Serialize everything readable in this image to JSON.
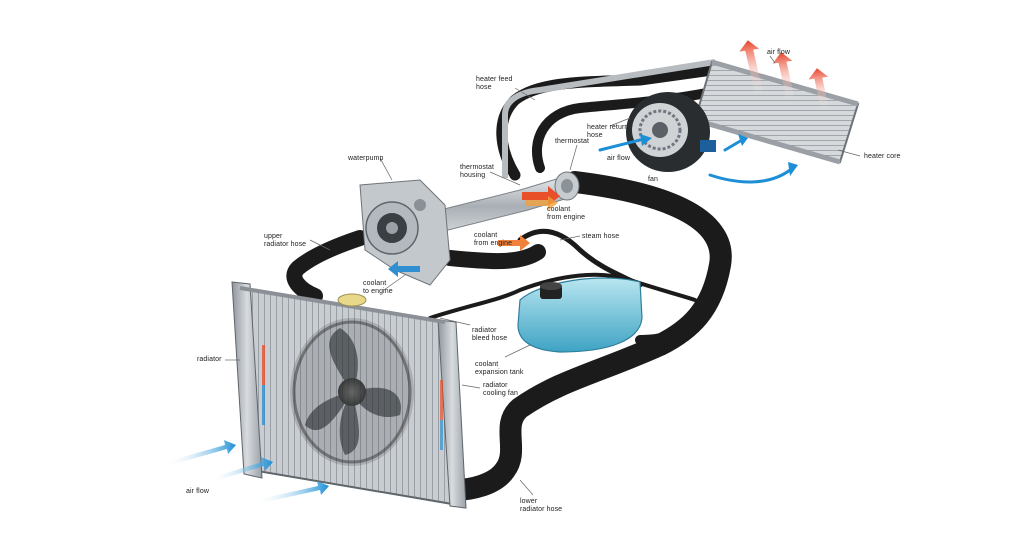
{
  "labels": {
    "air_flow_top": "air flow",
    "heater_feed_hose": "heater feed\nhose",
    "heater_return_hose": "heater return\nhose",
    "heater_core": "heater core",
    "thermostat": "thermostat",
    "air_flow_fan": "air flow",
    "fan": "fan",
    "waterpump": "waterpump",
    "thermostat_housing": "thermostat\nhousing",
    "coolant_from_engine_1": "coolant\nfrom engine",
    "upper_radiator_hose": "upper\nradiator hose",
    "coolant_from_engine_2": "coolant\nfrom engine",
    "steam_hose": "steam hose",
    "coolant_to_engine": "coolant\nto engine",
    "radiator_bleed_hose": "radiator\nbleed hose",
    "coolant_expansion_tank": "coolant\nexpansion tank",
    "radiator": "radiator",
    "radiator_cooling_fan": "radiator\ncooling fan",
    "air_flow_bottom": "air flow",
    "lower_radiator_hose": "lower\nradiator hose"
  },
  "colors": {
    "hose": "#1b1b1b",
    "metal": "#b9bec3",
    "coolant_hot": "#e8502a",
    "coolant_cold": "#2f8fd0",
    "tank": "#6fc6dc",
    "leader": "#666666"
  }
}
